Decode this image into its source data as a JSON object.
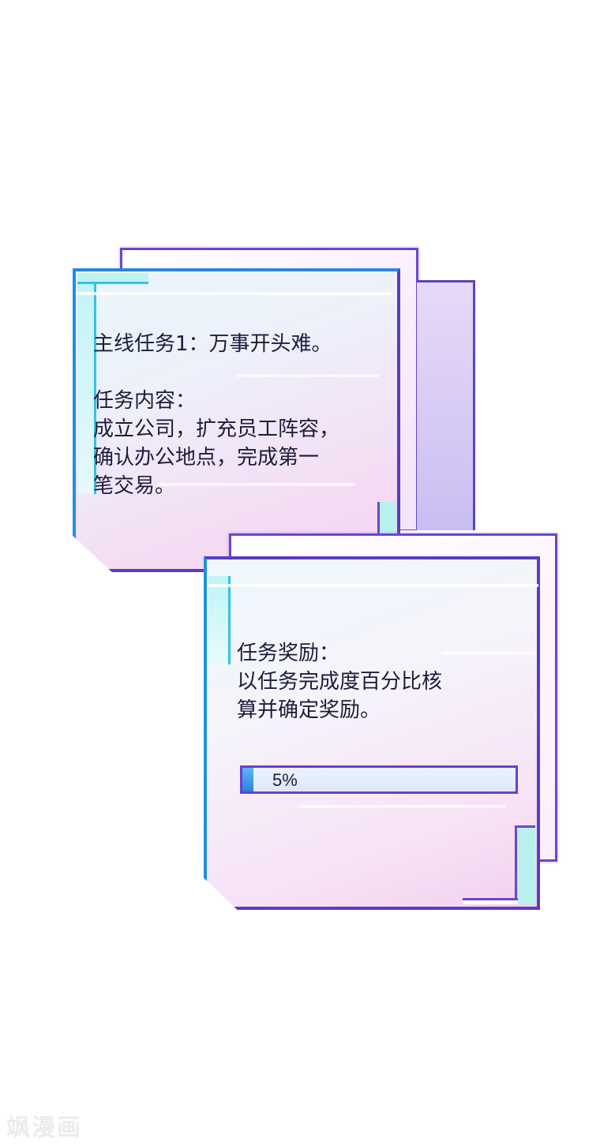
{
  "quest_panel": {
    "title": "主线任务1：万事开头难。",
    "content_label": "任务内容：",
    "content_lines": [
      "成立公司，扩充员工阵容，",
      "确认办公地点，完成第一",
      "笔交易。"
    ]
  },
  "reward_panel": {
    "reward_label": "任务奖励：",
    "reward_lines": [
      "以任务完成度百分比核",
      "算并确定奖励。"
    ],
    "progress": {
      "value": 5,
      "label": "5%"
    }
  },
  "watermark": "飒漫画",
  "colors": {
    "frame_purple": "#5a3cc1",
    "frame_blue": "#1e8fe6",
    "accent_cyan": "#b9f1ef",
    "progress_fill": "#2b82de"
  }
}
